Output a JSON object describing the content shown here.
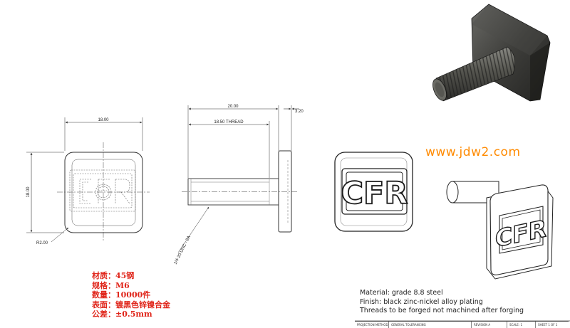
{
  "dimensions": {
    "front_width": "18.00",
    "front_height": "18.00",
    "corner_radius": "R2.00",
    "length": "20.00",
    "thread_length": "18.50 THREAD",
    "head_thickness": "3.20",
    "thread_callout": "1/4-20 UNC - 2A"
  },
  "logo_text": "CFR",
  "watermark": "www.jdw2.com",
  "spec_list": [
    {
      "label": "材质：",
      "value": "45钢"
    },
    {
      "label": "规格：",
      "value": "M6"
    },
    {
      "label": "数量：",
      "value": "10000件"
    },
    {
      "label": "表面：",
      "value": "镀黑色锌镍合金"
    },
    {
      "label": "公差：",
      "value": "±0.5mm"
    }
  ],
  "notes": [
    "Material: grade 8.8 steel",
    "Finish: black zinc-nickel alloy plating",
    "Threads to be forged not machined after forging"
  ],
  "title_block": [
    "PROJECTION METHOD",
    "GENERAL TOLERANCING",
    "REVISION A",
    "SCALE: 1",
    "SHEET 1 OF 1"
  ],
  "colors": {
    "spec_text": "#e0261b",
    "watermark": "#ff8a00",
    "line": "#333333"
  }
}
